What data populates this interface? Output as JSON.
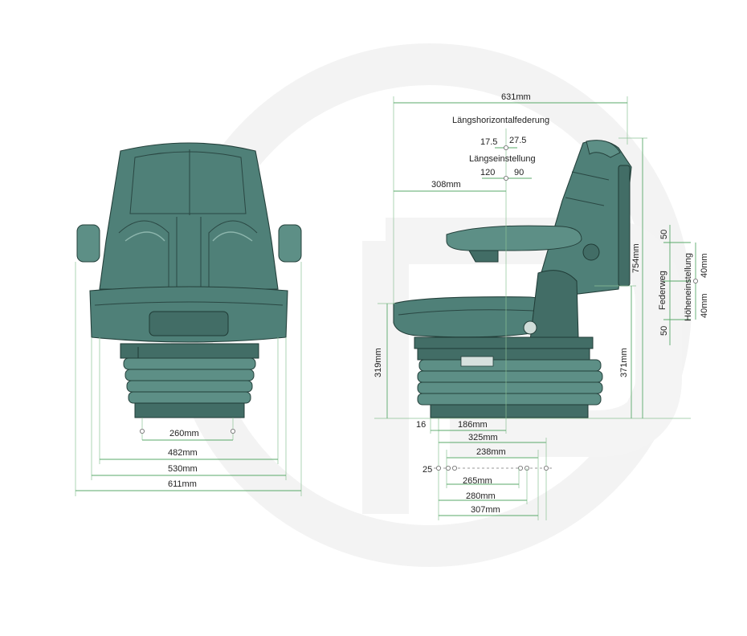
{
  "colors": {
    "seat_fill": "#4f8078",
    "seat_outline": "#24403b",
    "dimension_line": "#5aa86a",
    "watermark": "#f1f1f1",
    "text": "#222222"
  },
  "front_view": {
    "dims": {
      "d260": "260mm",
      "d482": "482mm",
      "d530": "530mm",
      "d611": "611mm"
    }
  },
  "side_view": {
    "dims": {
      "d631": "631mm",
      "d308": "308mm",
      "d319": "319mm",
      "d371": "371mm",
      "d754": "754mm",
      "d16": "16",
      "d186": "186mm",
      "d325": "325mm",
      "d238": "238mm",
      "d25": "25",
      "d265": "265mm",
      "d280": "280mm",
      "d307": "307mm"
    },
    "horizontal_suspension": {
      "label": "Längshorizontalfederung",
      "left": "17.5",
      "right": "27.5"
    },
    "fore_aft_adjustment": {
      "label": "Längseinstellung",
      "left": "120",
      "right": "90"
    },
    "suspension_travel": {
      "label": "Federweg",
      "top": "50",
      "bottom": "50"
    },
    "height_adjustment": {
      "label": "Höheneinstellung",
      "top": "40mm",
      "bottom": "40mm"
    }
  }
}
